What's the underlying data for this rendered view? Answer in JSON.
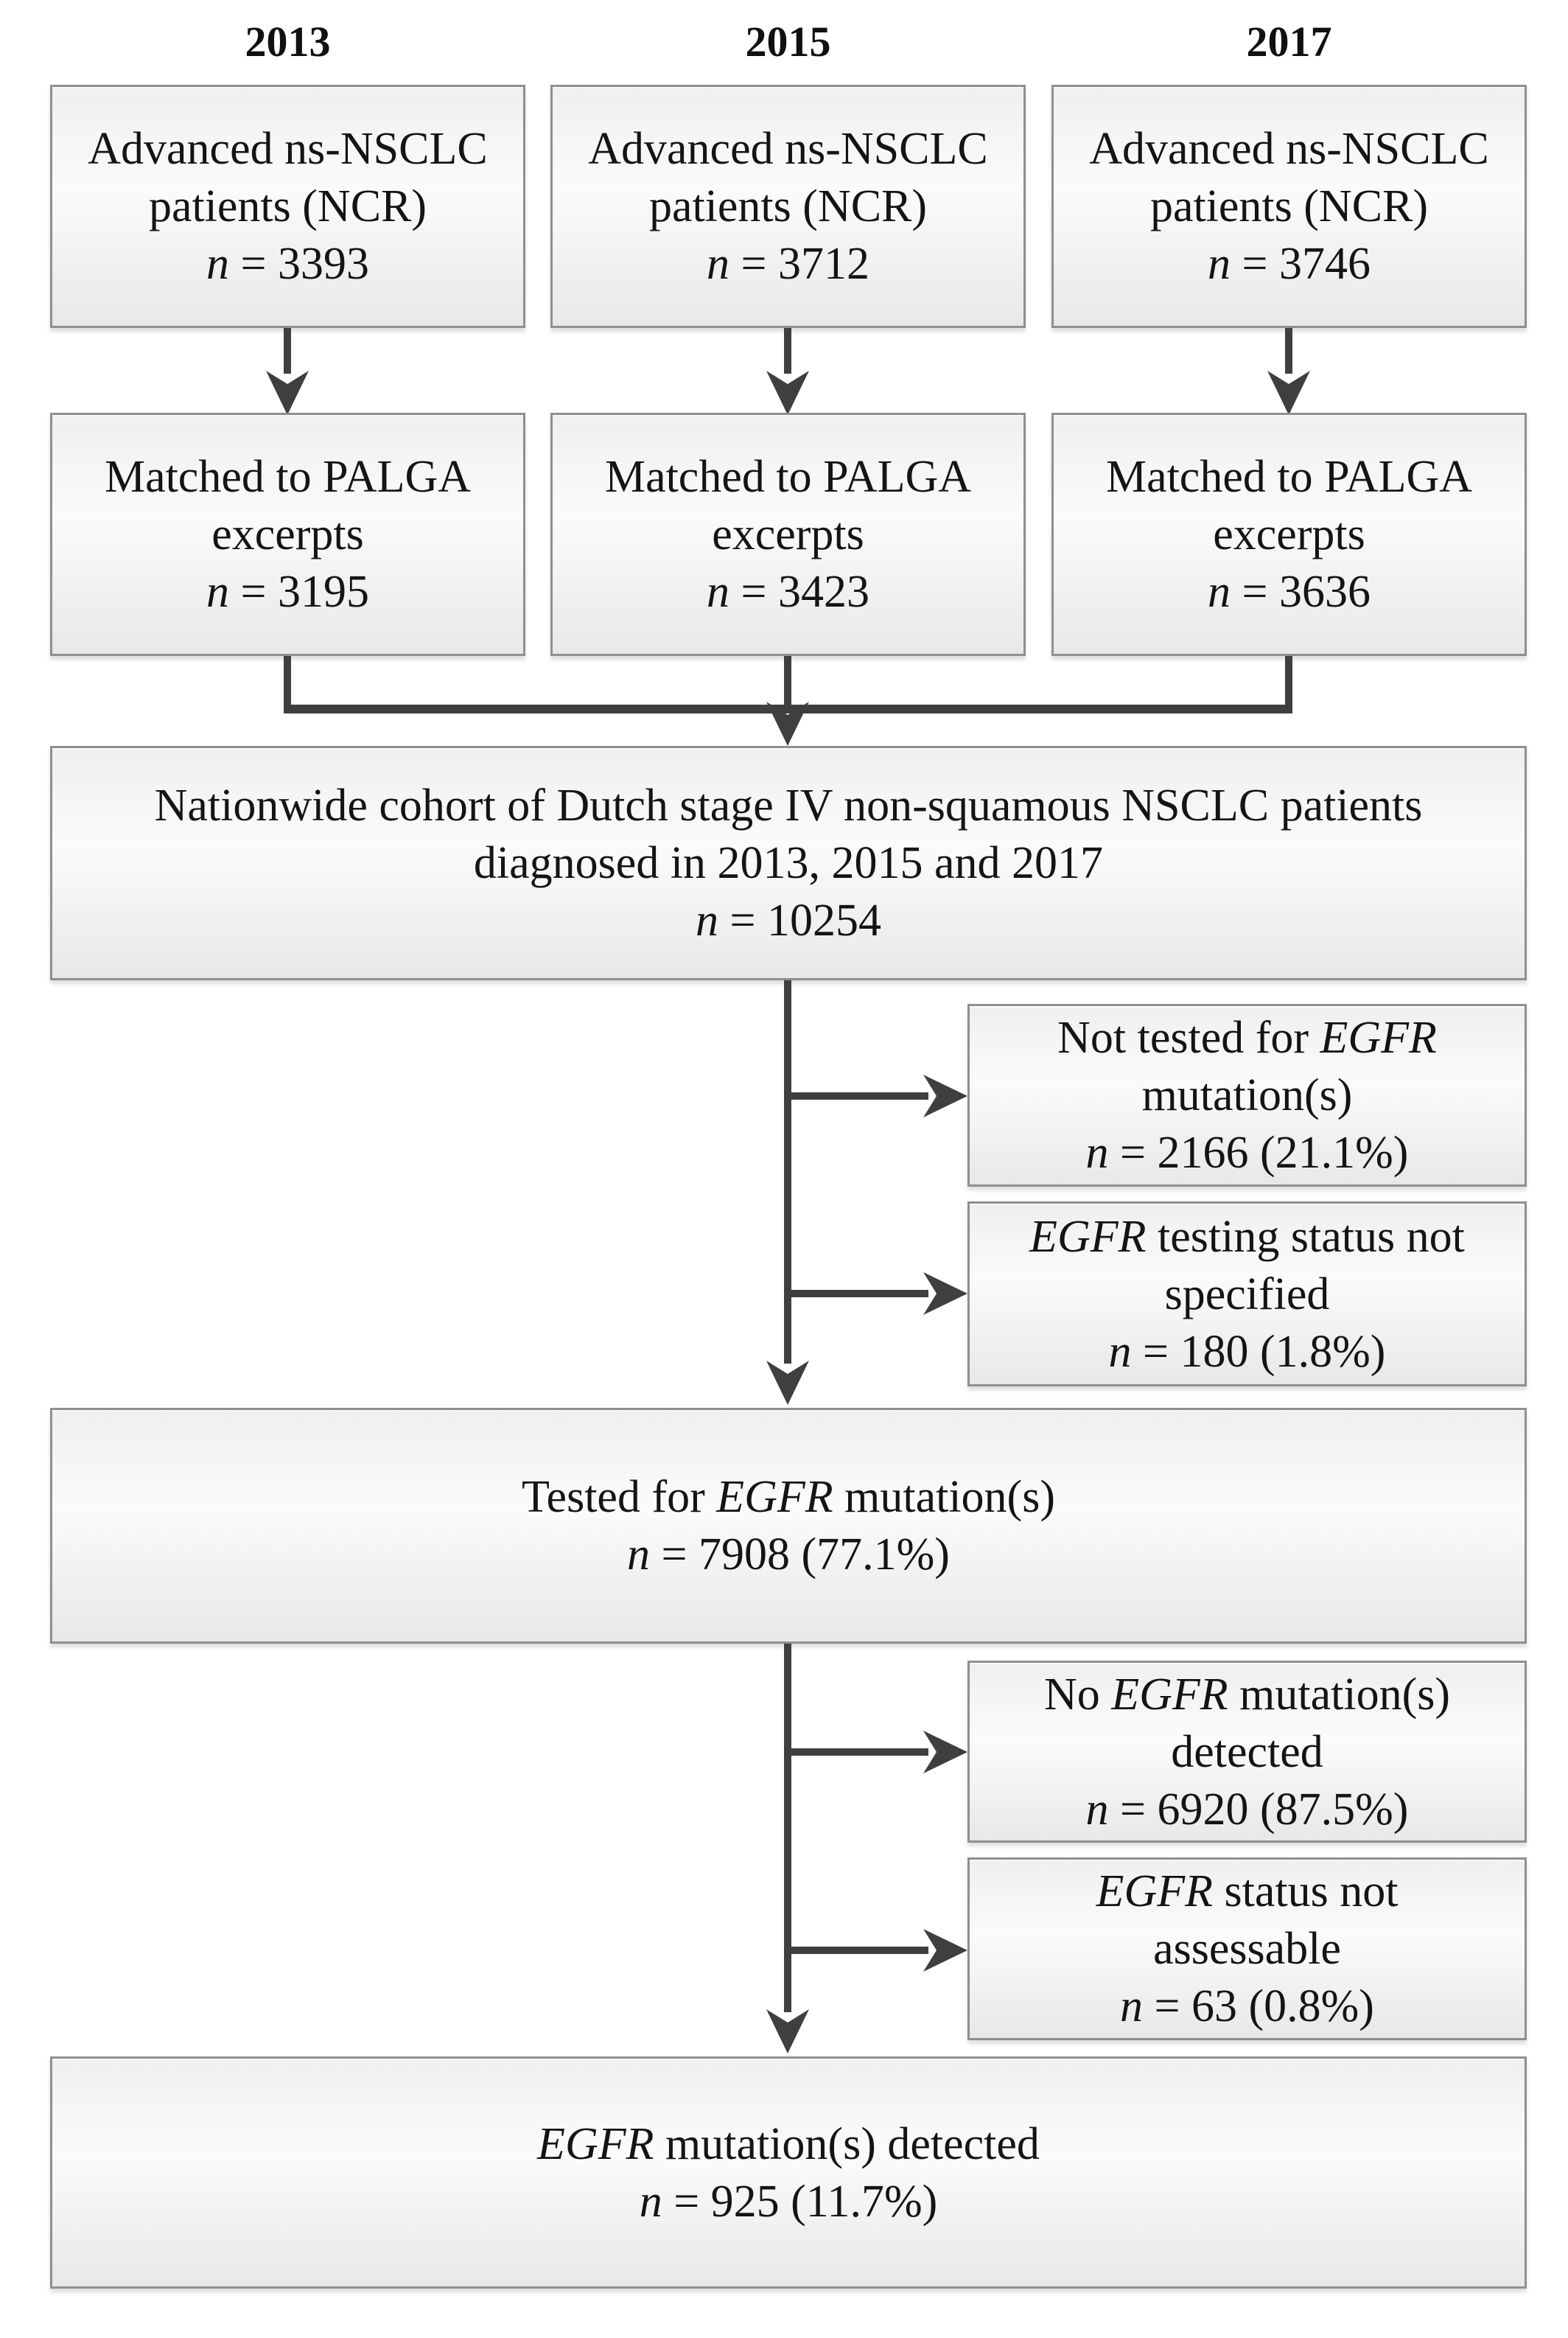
{
  "colors": {
    "line_color": "#3f3f3f",
    "box_border": "#8f8f8f",
    "box_fill_top": "#efefef",
    "box_fill_bottom": "#e8e8e8",
    "text_color": "#141414"
  },
  "columns": [
    {
      "year": "2013",
      "ncr": {
        "line1": "Advanced ns-NSCLC",
        "line2": "patients (NCR)",
        "n": "n",
        "count": "= 3393"
      },
      "palga": {
        "line1": "Matched to PALGA",
        "line2": "excerpts",
        "n": "n",
        "count": "= 3195"
      }
    },
    {
      "year": "2015",
      "ncr": {
        "line1": "Advanced ns-NSCLC",
        "line2": "patients (NCR)",
        "n": "n",
        "count": "= 3712"
      },
      "palga": {
        "line1": "Matched to PALGA",
        "line2": "excerpts",
        "n": "n",
        "count": "= 3423"
      }
    },
    {
      "year": "2017",
      "ncr": {
        "line1": "Advanced ns-NSCLC",
        "line2": "patients (NCR)",
        "n": "n",
        "count": "= 3746"
      },
      "palga": {
        "line1": "Matched to PALGA",
        "line2": "excerpts",
        "n": "n",
        "count": "= 3636"
      }
    }
  ],
  "cohort": {
    "line1": "Nationwide cohort of Dutch stage IV non-squamous NSCLC patients",
    "line2": "diagnosed in 2013, 2015 and 2017",
    "n": "n",
    "count": "= 10254"
  },
  "not_tested": {
    "pre": "Not tested for ",
    "egfr": "EGFR",
    "line2": "mutation(s)",
    "n": "n",
    "count": "= 2166 (21.1%)"
  },
  "status_not_specified": {
    "egfr": "EGFR",
    "post": " testing status not",
    "line2": "specified",
    "n": "n",
    "count": "= 180 (1.8%)"
  },
  "tested": {
    "pre": "Tested for ",
    "egfr": "EGFR",
    "post": " mutation(s)",
    "n": "n",
    "count": "= 7908 (77.1%)"
  },
  "no_mutation": {
    "pre": "No ",
    "egfr": "EGFR",
    "post": " mutation(s)",
    "line2": "detected",
    "n": "n",
    "count": "= 6920 (87.5%)"
  },
  "not_assessable": {
    "egfr": "EGFR",
    "post": " status not",
    "line2": "assessable",
    "n": "n",
    "count": "= 63 (0.8%)"
  },
  "detected": {
    "egfr": "EGFR",
    "post": " mutation(s) detected",
    "n": "n",
    "count": "= 925 (11.7%)"
  }
}
